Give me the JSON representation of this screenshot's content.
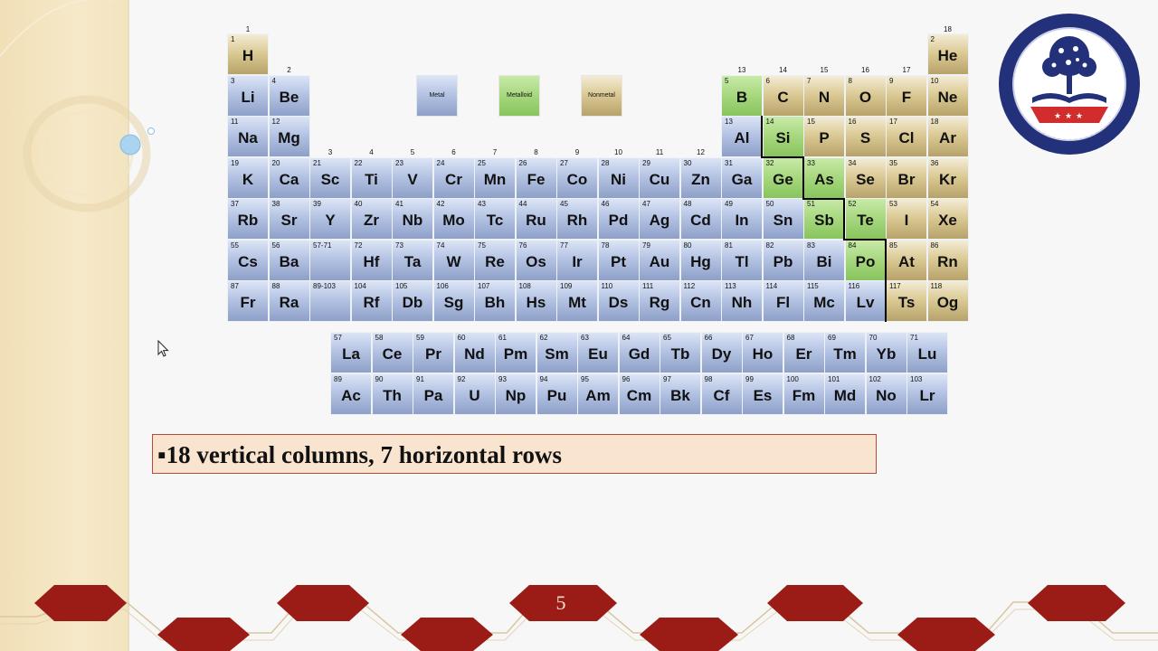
{
  "group_labels": [
    {
      "label": "1",
      "col": 1,
      "row": 0
    },
    {
      "label": "2",
      "col": 2,
      "row": 1
    },
    {
      "label": "3",
      "col": 3,
      "row": 3
    },
    {
      "label": "4",
      "col": 4,
      "row": 3
    },
    {
      "label": "5",
      "col": 5,
      "row": 3
    },
    {
      "label": "6",
      "col": 6,
      "row": 3
    },
    {
      "label": "7",
      "col": 7,
      "row": 3
    },
    {
      "label": "8",
      "col": 8,
      "row": 3
    },
    {
      "label": "9",
      "col": 9,
      "row": 3
    },
    {
      "label": "10",
      "col": 10,
      "row": 3
    },
    {
      "label": "11",
      "col": 11,
      "row": 3
    },
    {
      "label": "12",
      "col": 12,
      "row": 3
    },
    {
      "label": "13",
      "col": 13,
      "row": 1
    },
    {
      "label": "14",
      "col": 14,
      "row": 1
    },
    {
      "label": "15",
      "col": 15,
      "row": 1
    },
    {
      "label": "16",
      "col": 16,
      "row": 1
    },
    {
      "label": "17",
      "col": 17,
      "row": 1
    },
    {
      "label": "18",
      "col": 18,
      "row": 0
    }
  ],
  "legend": [
    {
      "label": "Metal",
      "type": "metal",
      "col": 5
    },
    {
      "label": "Metalloid",
      "type": "metalloid",
      "col": 7
    },
    {
      "label": "Nonmetal",
      "type": "nonmetal",
      "col": 9
    }
  ],
  "elements": [
    {
      "n": "1",
      "s": "H",
      "t": "nonmetal",
      "r": 1,
      "c": 1
    },
    {
      "n": "2",
      "s": "He",
      "t": "nonmetal",
      "r": 1,
      "c": 18
    },
    {
      "n": "3",
      "s": "Li",
      "t": "metal",
      "r": 2,
      "c": 1
    },
    {
      "n": "4",
      "s": "Be",
      "t": "metal",
      "r": 2,
      "c": 2
    },
    {
      "n": "5",
      "s": "B",
      "t": "metalloid",
      "r": 2,
      "c": 13
    },
    {
      "n": "6",
      "s": "C",
      "t": "nonmetal",
      "r": 2,
      "c": 14
    },
    {
      "n": "7",
      "s": "N",
      "t": "nonmetal",
      "r": 2,
      "c": 15
    },
    {
      "n": "8",
      "s": "O",
      "t": "nonmetal",
      "r": 2,
      "c": 16
    },
    {
      "n": "9",
      "s": "F",
      "t": "nonmetal",
      "r": 2,
      "c": 17
    },
    {
      "n": "10",
      "s": "Ne",
      "t": "nonmetal",
      "r": 2,
      "c": 18
    },
    {
      "n": "11",
      "s": "Na",
      "t": "metal",
      "r": 3,
      "c": 1
    },
    {
      "n": "12",
      "s": "Mg",
      "t": "metal",
      "r": 3,
      "c": 2
    },
    {
      "n": "13",
      "s": "Al",
      "t": "metal",
      "r": 3,
      "c": 13
    },
    {
      "n": "14",
      "s": "Si",
      "t": "metalloid",
      "r": 3,
      "c": 14
    },
    {
      "n": "15",
      "s": "P",
      "t": "nonmetal",
      "r": 3,
      "c": 15
    },
    {
      "n": "16",
      "s": "S",
      "t": "nonmetal",
      "r": 3,
      "c": 16
    },
    {
      "n": "17",
      "s": "Cl",
      "t": "nonmetal",
      "r": 3,
      "c": 17
    },
    {
      "n": "18",
      "s": "Ar",
      "t": "nonmetal",
      "r": 3,
      "c": 18
    },
    {
      "n": "19",
      "s": "K",
      "t": "metal",
      "r": 4,
      "c": 1
    },
    {
      "n": "20",
      "s": "Ca",
      "t": "metal",
      "r": 4,
      "c": 2
    },
    {
      "n": "21",
      "s": "Sc",
      "t": "metal",
      "r": 4,
      "c": 3
    },
    {
      "n": "22",
      "s": "Ti",
      "t": "metal",
      "r": 4,
      "c": 4
    },
    {
      "n": "23",
      "s": "V",
      "t": "metal",
      "r": 4,
      "c": 5
    },
    {
      "n": "24",
      "s": "Cr",
      "t": "metal",
      "r": 4,
      "c": 6
    },
    {
      "n": "25",
      "s": "Mn",
      "t": "metal",
      "r": 4,
      "c": 7
    },
    {
      "n": "26",
      "s": "Fe",
      "t": "metal",
      "r": 4,
      "c": 8
    },
    {
      "n": "27",
      "s": "Co",
      "t": "metal",
      "r": 4,
      "c": 9
    },
    {
      "n": "28",
      "s": "Ni",
      "t": "metal",
      "r": 4,
      "c": 10
    },
    {
      "n": "29",
      "s": "Cu",
      "t": "metal",
      "r": 4,
      "c": 11
    },
    {
      "n": "30",
      "s": "Zn",
      "t": "metal",
      "r": 4,
      "c": 12
    },
    {
      "n": "31",
      "s": "Ga",
      "t": "metal",
      "r": 4,
      "c": 13
    },
    {
      "n": "32",
      "s": "Ge",
      "t": "metalloid",
      "r": 4,
      "c": 14
    },
    {
      "n": "33",
      "s": "As",
      "t": "metalloid",
      "r": 4,
      "c": 15
    },
    {
      "n": "34",
      "s": "Se",
      "t": "nonmetal",
      "r": 4,
      "c": 16
    },
    {
      "n": "35",
      "s": "Br",
      "t": "nonmetal",
      "r": 4,
      "c": 17
    },
    {
      "n": "36",
      "s": "Kr",
      "t": "nonmetal",
      "r": 4,
      "c": 18
    },
    {
      "n": "37",
      "s": "Rb",
      "t": "metal",
      "r": 5,
      "c": 1
    },
    {
      "n": "38",
      "s": "Sr",
      "t": "metal",
      "r": 5,
      "c": 2
    },
    {
      "n": "39",
      "s": "Y",
      "t": "metal",
      "r": 5,
      "c": 3
    },
    {
      "n": "40",
      "s": "Zr",
      "t": "metal",
      "r": 5,
      "c": 4
    },
    {
      "n": "41",
      "s": "Nb",
      "t": "metal",
      "r": 5,
      "c": 5
    },
    {
      "n": "42",
      "s": "Mo",
      "t": "metal",
      "r": 5,
      "c": 6
    },
    {
      "n": "43",
      "s": "Tc",
      "t": "metal",
      "r": 5,
      "c": 7
    },
    {
      "n": "44",
      "s": "Ru",
      "t": "metal",
      "r": 5,
      "c": 8
    },
    {
      "n": "45",
      "s": "Rh",
      "t": "metal",
      "r": 5,
      "c": 9
    },
    {
      "n": "46",
      "s": "Pd",
      "t": "metal",
      "r": 5,
      "c": 10
    },
    {
      "n": "47",
      "s": "Ag",
      "t": "metal",
      "r": 5,
      "c": 11
    },
    {
      "n": "48",
      "s": "Cd",
      "t": "metal",
      "r": 5,
      "c": 12
    },
    {
      "n": "49",
      "s": "In",
      "t": "metal",
      "r": 5,
      "c": 13
    },
    {
      "n": "50",
      "s": "Sn",
      "t": "metal",
      "r": 5,
      "c": 14
    },
    {
      "n": "51",
      "s": "Sb",
      "t": "metalloid",
      "r": 5,
      "c": 15
    },
    {
      "n": "52",
      "s": "Te",
      "t": "metalloid",
      "r": 5,
      "c": 16
    },
    {
      "n": "53",
      "s": "I",
      "t": "nonmetal",
      "r": 5,
      "c": 17
    },
    {
      "n": "54",
      "s": "Xe",
      "t": "nonmetal",
      "r": 5,
      "c": 18
    },
    {
      "n": "55",
      "s": "Cs",
      "t": "metal",
      "r": 6,
      "c": 1
    },
    {
      "n": "56",
      "s": "Ba",
      "t": "metal",
      "r": 6,
      "c": 2
    },
    {
      "n": "57-71",
      "s": "",
      "t": "blank",
      "r": 6,
      "c": 3
    },
    {
      "n": "72",
      "s": "Hf",
      "t": "metal",
      "r": 6,
      "c": 4
    },
    {
      "n": "73",
      "s": "Ta",
      "t": "metal",
      "r": 6,
      "c": 5
    },
    {
      "n": "74",
      "s": "W",
      "t": "metal",
      "r": 6,
      "c": 6
    },
    {
      "n": "75",
      "s": "Re",
      "t": "metal",
      "r": 6,
      "c": 7
    },
    {
      "n": "76",
      "s": "Os",
      "t": "metal",
      "r": 6,
      "c": 8
    },
    {
      "n": "77",
      "s": "Ir",
      "t": "metal",
      "r": 6,
      "c": 9
    },
    {
      "n": "78",
      "s": "Pt",
      "t": "metal",
      "r": 6,
      "c": 10
    },
    {
      "n": "79",
      "s": "Au",
      "t": "metal",
      "r": 6,
      "c": 11
    },
    {
      "n": "80",
      "s": "Hg",
      "t": "metal",
      "r": 6,
      "c": 12
    },
    {
      "n": "81",
      "s": "Tl",
      "t": "metal",
      "r": 6,
      "c": 13
    },
    {
      "n": "82",
      "s": "Pb",
      "t": "metal",
      "r": 6,
      "c": 14
    },
    {
      "n": "83",
      "s": "Bi",
      "t": "metal",
      "r": 6,
      "c": 15
    },
    {
      "n": "84",
      "s": "Po",
      "t": "metalloid",
      "r": 6,
      "c": 16
    },
    {
      "n": "85",
      "s": "At",
      "t": "nonmetal",
      "r": 6,
      "c": 17
    },
    {
      "n": "86",
      "s": "Rn",
      "t": "nonmetal",
      "r": 6,
      "c": 18
    },
    {
      "n": "87",
      "s": "Fr",
      "t": "metal",
      "r": 7,
      "c": 1
    },
    {
      "n": "88",
      "s": "Ra",
      "t": "metal",
      "r": 7,
      "c": 2
    },
    {
      "n": "89-103",
      "s": "",
      "t": "blank",
      "r": 7,
      "c": 3
    },
    {
      "n": "104",
      "s": "Rf",
      "t": "metal",
      "r": 7,
      "c": 4
    },
    {
      "n": "105",
      "s": "Db",
      "t": "metal",
      "r": 7,
      "c": 5
    },
    {
      "n": "106",
      "s": "Sg",
      "t": "metal",
      "r": 7,
      "c": 6
    },
    {
      "n": "107",
      "s": "Bh",
      "t": "metal",
      "r": 7,
      "c": 7
    },
    {
      "n": "108",
      "s": "Hs",
      "t": "metal",
      "r": 7,
      "c": 8
    },
    {
      "n": "109",
      "s": "Mt",
      "t": "metal",
      "r": 7,
      "c": 9
    },
    {
      "n": "110",
      "s": "Ds",
      "t": "metal",
      "r": 7,
      "c": 10
    },
    {
      "n": "111",
      "s": "Rg",
      "t": "metal",
      "r": 7,
      "c": 11
    },
    {
      "n": "112",
      "s": "Cn",
      "t": "metal",
      "r": 7,
      "c": 12
    },
    {
      "n": "113",
      "s": "Nh",
      "t": "metal",
      "r": 7,
      "c": 13
    },
    {
      "n": "114",
      "s": "Fl",
      "t": "metal",
      "r": 7,
      "c": 14
    },
    {
      "n": "115",
      "s": "Mc",
      "t": "metal",
      "r": 7,
      "c": 15
    },
    {
      "n": "116",
      "s": "Lv",
      "t": "metal",
      "r": 7,
      "c": 16
    },
    {
      "n": "117",
      "s": "Ts",
      "t": "nonmetal",
      "r": 7,
      "c": 17
    },
    {
      "n": "118",
      "s": "Og",
      "t": "nonmetal",
      "r": 7,
      "c": 18
    }
  ],
  "lanthanides": [
    {
      "n": "57",
      "s": "La"
    },
    {
      "n": "58",
      "s": "Ce"
    },
    {
      "n": "59",
      "s": "Pr"
    },
    {
      "n": "60",
      "s": "Nd"
    },
    {
      "n": "61",
      "s": "Pm"
    },
    {
      "n": "62",
      "s": "Sm"
    },
    {
      "n": "63",
      "s": "Eu"
    },
    {
      "n": "64",
      "s": "Gd"
    },
    {
      "n": "65",
      "s": "Tb"
    },
    {
      "n": "66",
      "s": "Dy"
    },
    {
      "n": "67",
      "s": "Ho"
    },
    {
      "n": "68",
      "s": "Er"
    },
    {
      "n": "69",
      "s": "Tm"
    },
    {
      "n": "70",
      "s": "Yb"
    },
    {
      "n": "71",
      "s": "Lu"
    }
  ],
  "actinides": [
    {
      "n": "89",
      "s": "Ac"
    },
    {
      "n": "90",
      "s": "Th"
    },
    {
      "n": "91",
      "s": "Pa"
    },
    {
      "n": "92",
      "s": "U"
    },
    {
      "n": "93",
      "s": "Np"
    },
    {
      "n": "94",
      "s": "Pu"
    },
    {
      "n": "95",
      "s": "Am"
    },
    {
      "n": "96",
      "s": "Cm"
    },
    {
      "n": "97",
      "s": "Bk"
    },
    {
      "n": "98",
      "s": "Cf"
    },
    {
      "n": "99",
      "s": "Es"
    },
    {
      "n": "100",
      "s": "Fm"
    },
    {
      "n": "101",
      "s": "Md"
    },
    {
      "n": "102",
      "s": "No"
    },
    {
      "n": "103",
      "s": "Lr"
    }
  ],
  "bullet": {
    "marker": "▪",
    "text": "18 vertical columns, 7 horizontal rows"
  },
  "page_number": "5",
  "colors": {
    "accent_red": "#9b1c17",
    "box_fill": "#f9e5cf",
    "box_border": "#b44a3a",
    "metal": "#a9b8dc",
    "metalloid": "#a6d77d",
    "nonmetal": "#d8c68f",
    "logo_blue": "#23307a"
  },
  "icons": {
    "cursor": "mouse-pointer-icon",
    "logo": "institution-logo-tree-book"
  }
}
